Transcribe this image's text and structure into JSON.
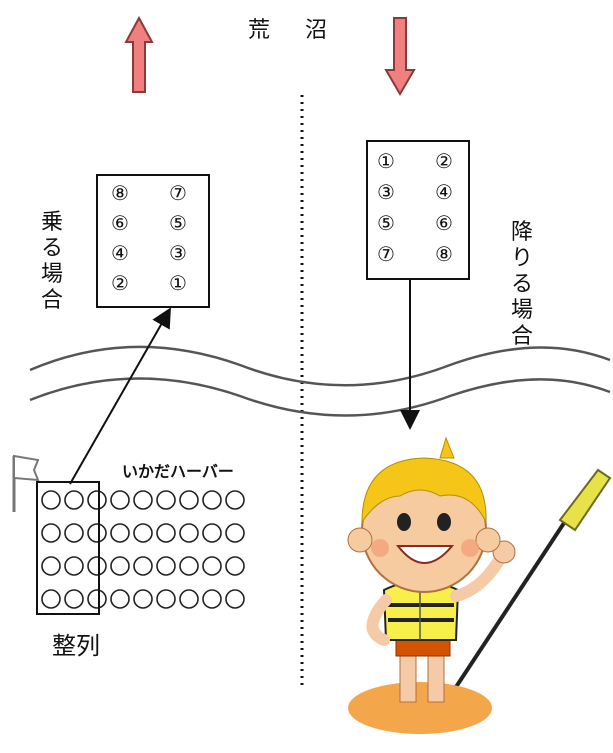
{
  "title": "荒 沼",
  "boarding_label": "乗る場合",
  "alighting_label": "降りる場合",
  "harbor_label": "いかだハーバー",
  "lineup_label": "整列",
  "boarding_seats": [
    [
      "⑧",
      "⑦"
    ],
    [
      "⑥",
      "⑤"
    ],
    [
      "④",
      "③"
    ],
    [
      "②",
      "①"
    ]
  ],
  "alighting_seats": [
    [
      "①",
      "②"
    ],
    [
      "③",
      "④"
    ],
    [
      "⑤",
      "⑥"
    ],
    [
      "⑦",
      "⑧"
    ]
  ],
  "queue": {
    "rows": 4,
    "cols": 9,
    "highlight_cols": 2
  },
  "colors": {
    "arrow_fill": "#f08080",
    "arrow_stroke": "#8b3a3a",
    "line": "#111111",
    "wave": "#555555"
  }
}
